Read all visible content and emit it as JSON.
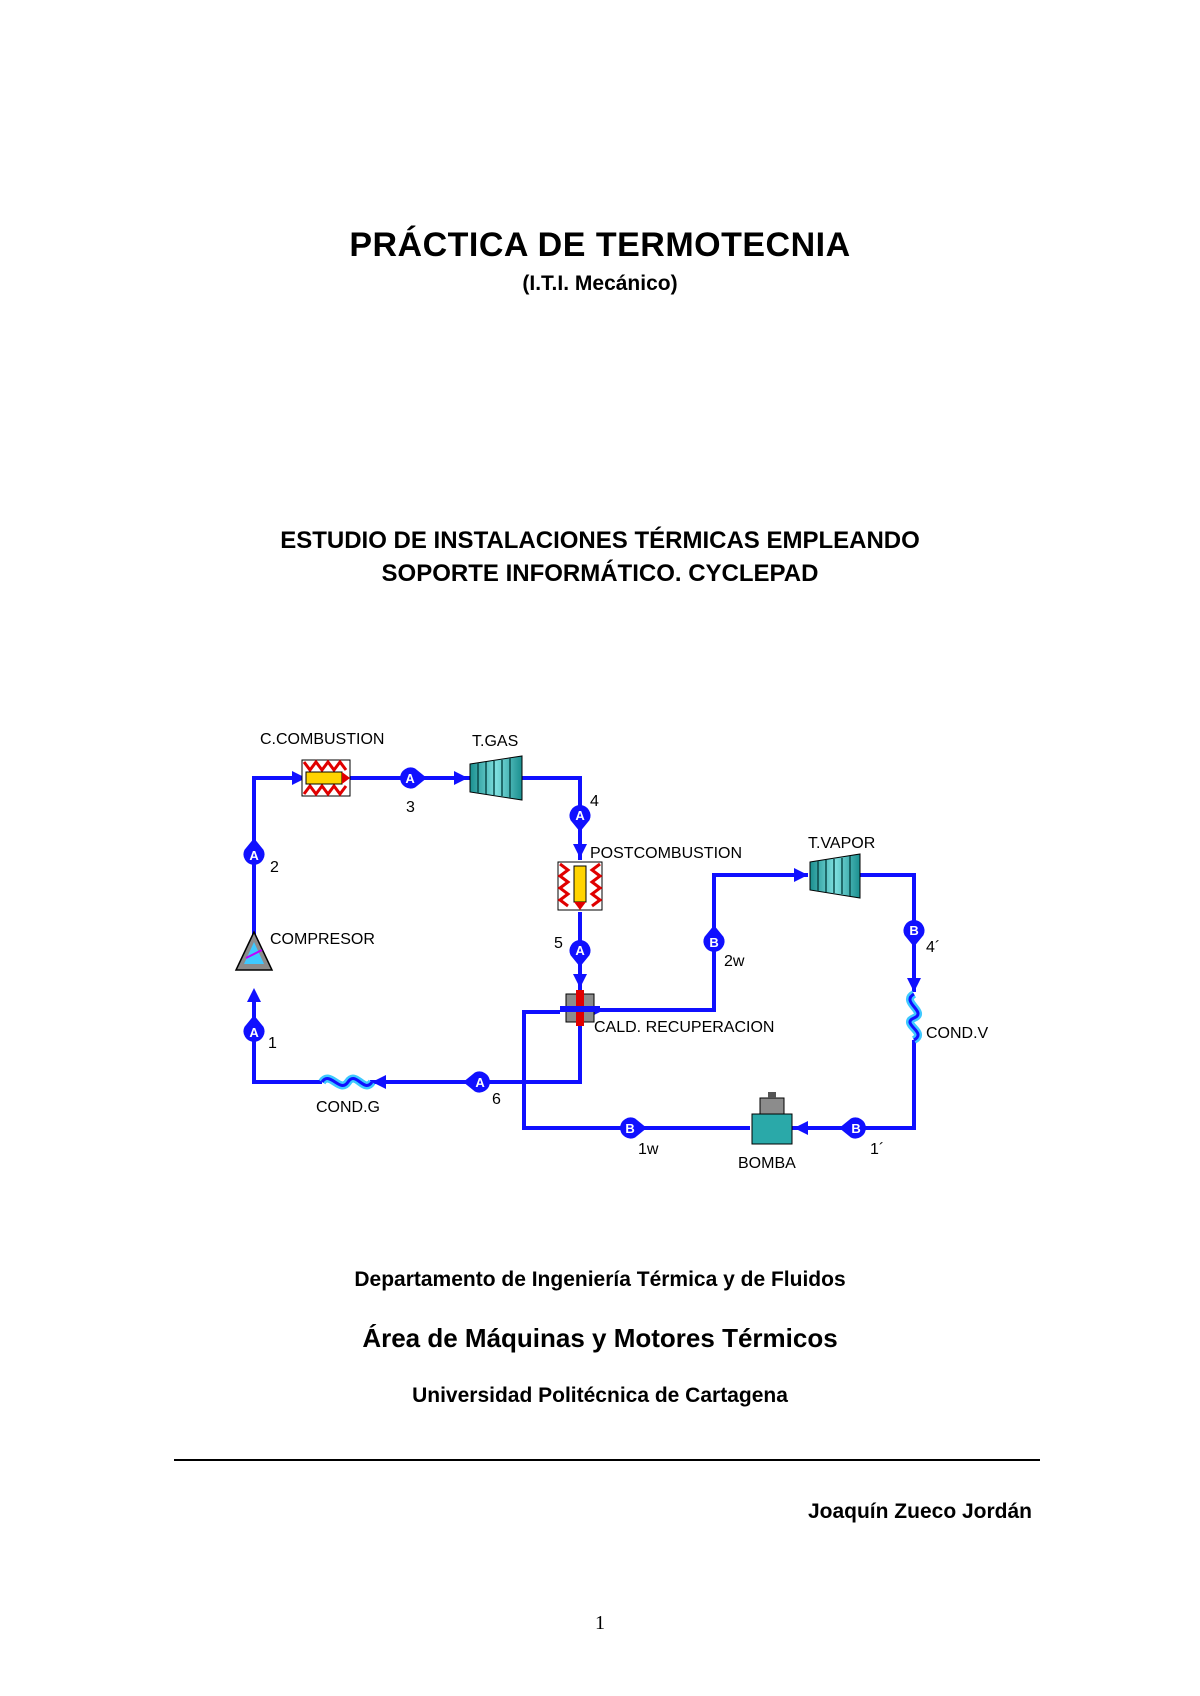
{
  "document": {
    "title": "PRÁCTICA DE TERMOTECNIA",
    "subtitle": "(I.T.I. Mecánico)",
    "study_line1": "ESTUDIO DE INSTALACIONES TÉRMICAS EMPLEANDO",
    "study_line2": "SOPORTE INFORMÁTICO. CYCLEPAD",
    "department": "Departamento de Ingeniería Térmica y de Fluidos",
    "area": "Área de Máquinas y Motores Térmicos",
    "university": "Universidad Politécnica de Cartagena",
    "author": "Joaquín Zueco Jordán",
    "page_number": "1"
  },
  "diagram": {
    "line_color": "#1010ff",
    "components": {
      "combustion": "C.COMBUSTION",
      "gas_turbine": "T.GAS",
      "postcombustion": "POSTCOMBUSTION",
      "steam_turbine": "T.VAPOR",
      "compressor": "COMPRESOR",
      "recovery_boiler": "CALD. RECUPERACION",
      "steam_condenser": "COND.V",
      "gas_condenser": "COND.G",
      "pump": "BOMBA"
    },
    "states": {
      "s1": "1",
      "s2": "2",
      "s3": "3",
      "s4": "4",
      "s5": "5",
      "s6": "6",
      "s2w": "2w",
      "s4p": "4´",
      "s1w": "1w",
      "s1p": "1´"
    },
    "stream_a": "A",
    "stream_b": "B"
  }
}
